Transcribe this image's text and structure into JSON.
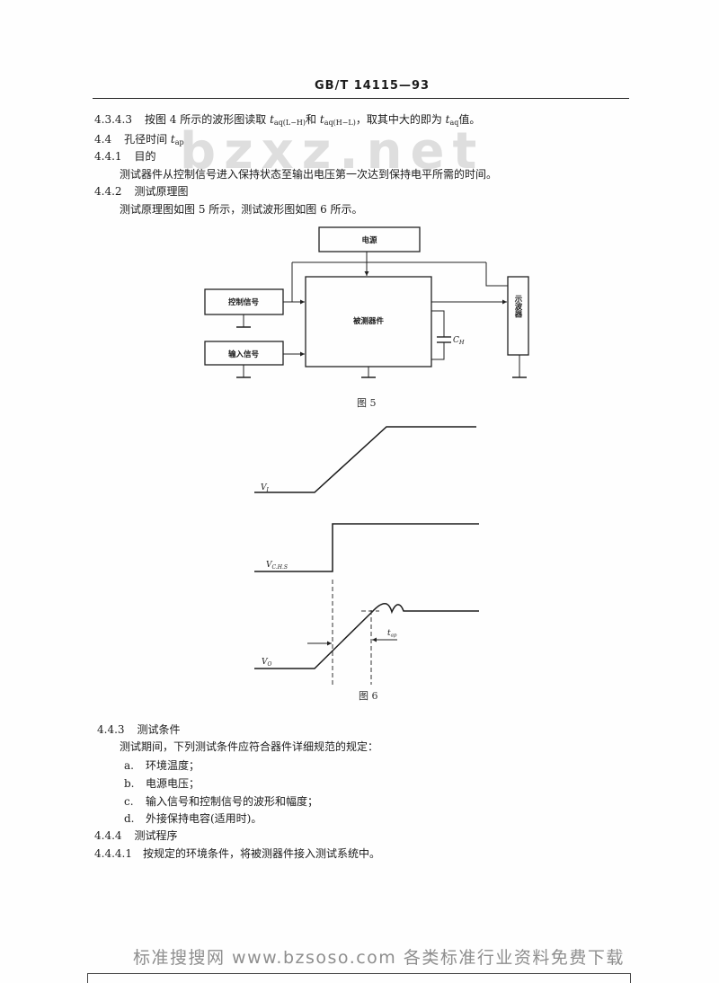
{
  "header": {
    "standard_no": "GB/T 14115—93"
  },
  "watermark_top": "bzxz.net",
  "footer_watermark": "标准搜搜网 www.bzsoso.com 各类标准行业资料免费下载",
  "p4343": {
    "number": "4.3.4.3",
    "t1": "按图 4 所示的波形图读取 ",
    "sym": "t",
    "sub_lh": "aq(L−H)",
    "t2": "和 ",
    "sub_hl": "aq(H−L)",
    "t3": "，取其中大的即为 ",
    "sub_aq": "aq",
    "t4": "值。"
  },
  "p44": {
    "number": "4.4",
    "title": "孔径时间 ",
    "sym": "t",
    "sub": "ap"
  },
  "p441": {
    "number": "4.4.1",
    "title": "目的",
    "body": "测试器件从控制信号进入保持状态至输出电压第一次达到保持电平所需的时间。"
  },
  "p442": {
    "number": "4.4.2",
    "title": "测试原理图",
    "body": "测试原理图如图 5 所示，测试波形图如图 6 所示。"
  },
  "fig5": {
    "power": "电源",
    "control_signal": "控制信号",
    "input_signal": "输入信号",
    "dut": "被测器件",
    "scope": "示波器",
    "cap_symbol": "C",
    "cap_sub": "H",
    "caption": "图 5"
  },
  "fig6": {
    "vi_symbol": "V",
    "vi_sub": "I",
    "vchs_symbol": "V",
    "vchs_sub": "C.H.S",
    "vo_symbol": "V",
    "vo_sub": "O",
    "tap_symbol": "t",
    "tap_sub": "ap",
    "caption": "图 6"
  },
  "p443": {
    "number": "4.4.3",
    "title": "测试条件",
    "body": "测试期间，下列测试条件应符合器件详细规范的规定：",
    "items": [
      {
        "label": "a.",
        "text": "环境温度；"
      },
      {
        "label": "b.",
        "text": "电源电压；"
      },
      {
        "label": "c.",
        "text": "输入信号和控制信号的波形和幅度；"
      },
      {
        "label": "d.",
        "text": "外接保持电容(适用时)。"
      }
    ]
  },
  "p444": {
    "number": "4.4.4",
    "title": "测试程序"
  },
  "p4441": {
    "number": "4.4.4.1",
    "text": "按规定的环境条件，将被测器件接入测试系统中。"
  }
}
